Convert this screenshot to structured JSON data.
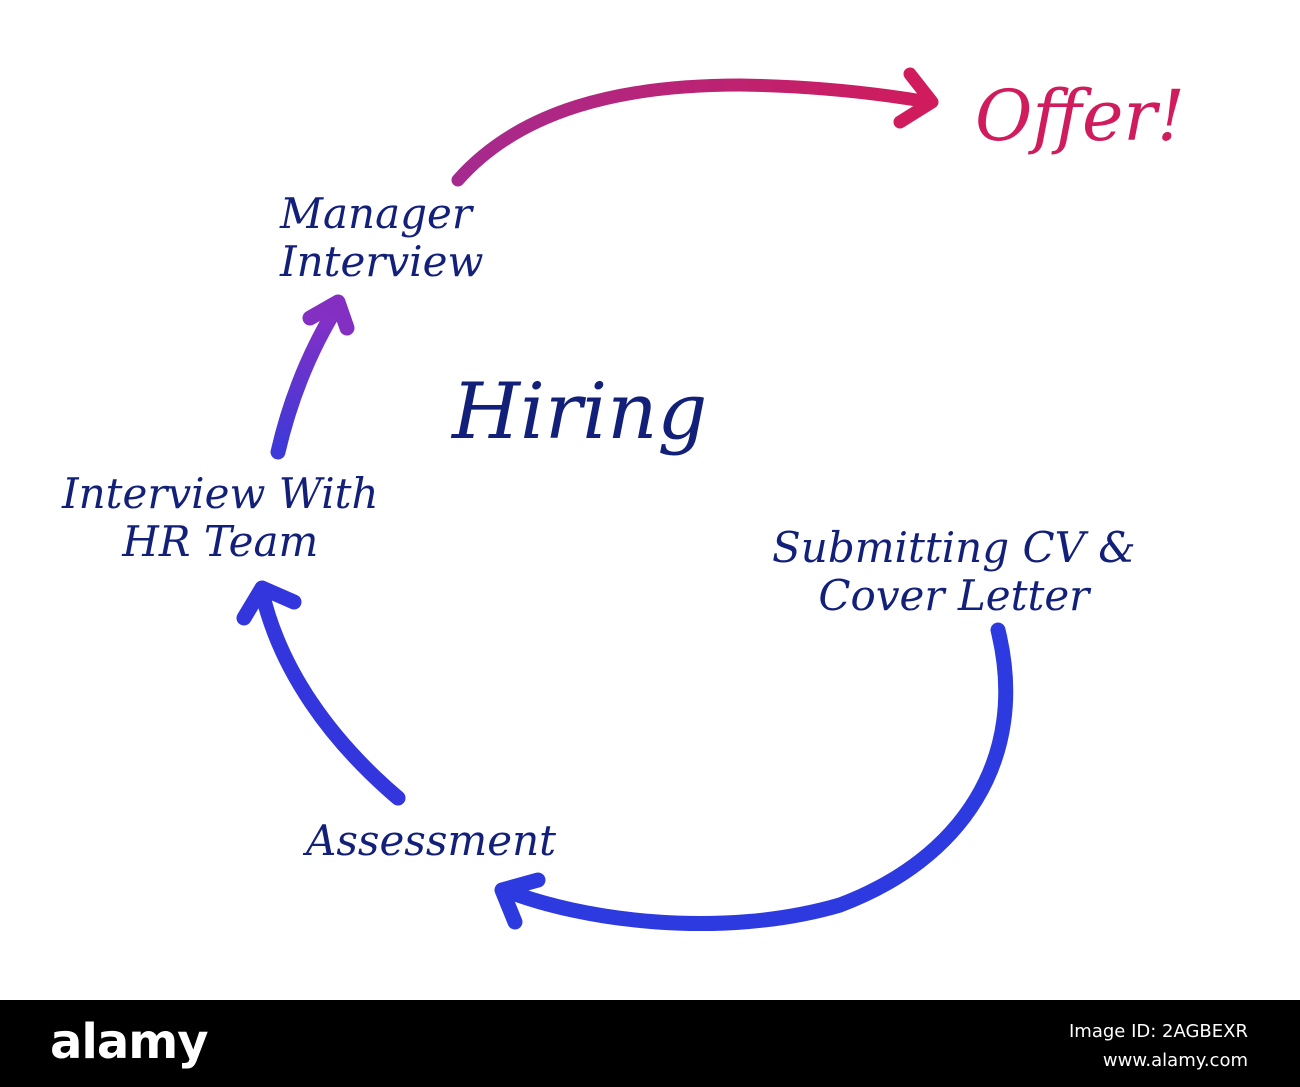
{
  "diagram": {
    "title": "Hiring",
    "steps": {
      "submitting": [
        "Submitting CV &",
        "Cover Letter"
      ],
      "assessment": "Assessment",
      "hr_interview": [
        "Interview With",
        "HR Team"
      ],
      "manager_interview": [
        "Manager",
        "Interview"
      ],
      "offer": "Offer!"
    },
    "colors": {
      "text": "#12207a",
      "offer": "#d01c5c",
      "arrow_blue": "#2d3ae0",
      "arrow_purple": "#7a2fc0",
      "arrow_pink": "#d01c5c"
    }
  },
  "footer": {
    "logo": "alamy",
    "image_id": "Image ID: 2AGBEXR",
    "website": "www.alamy.com"
  }
}
